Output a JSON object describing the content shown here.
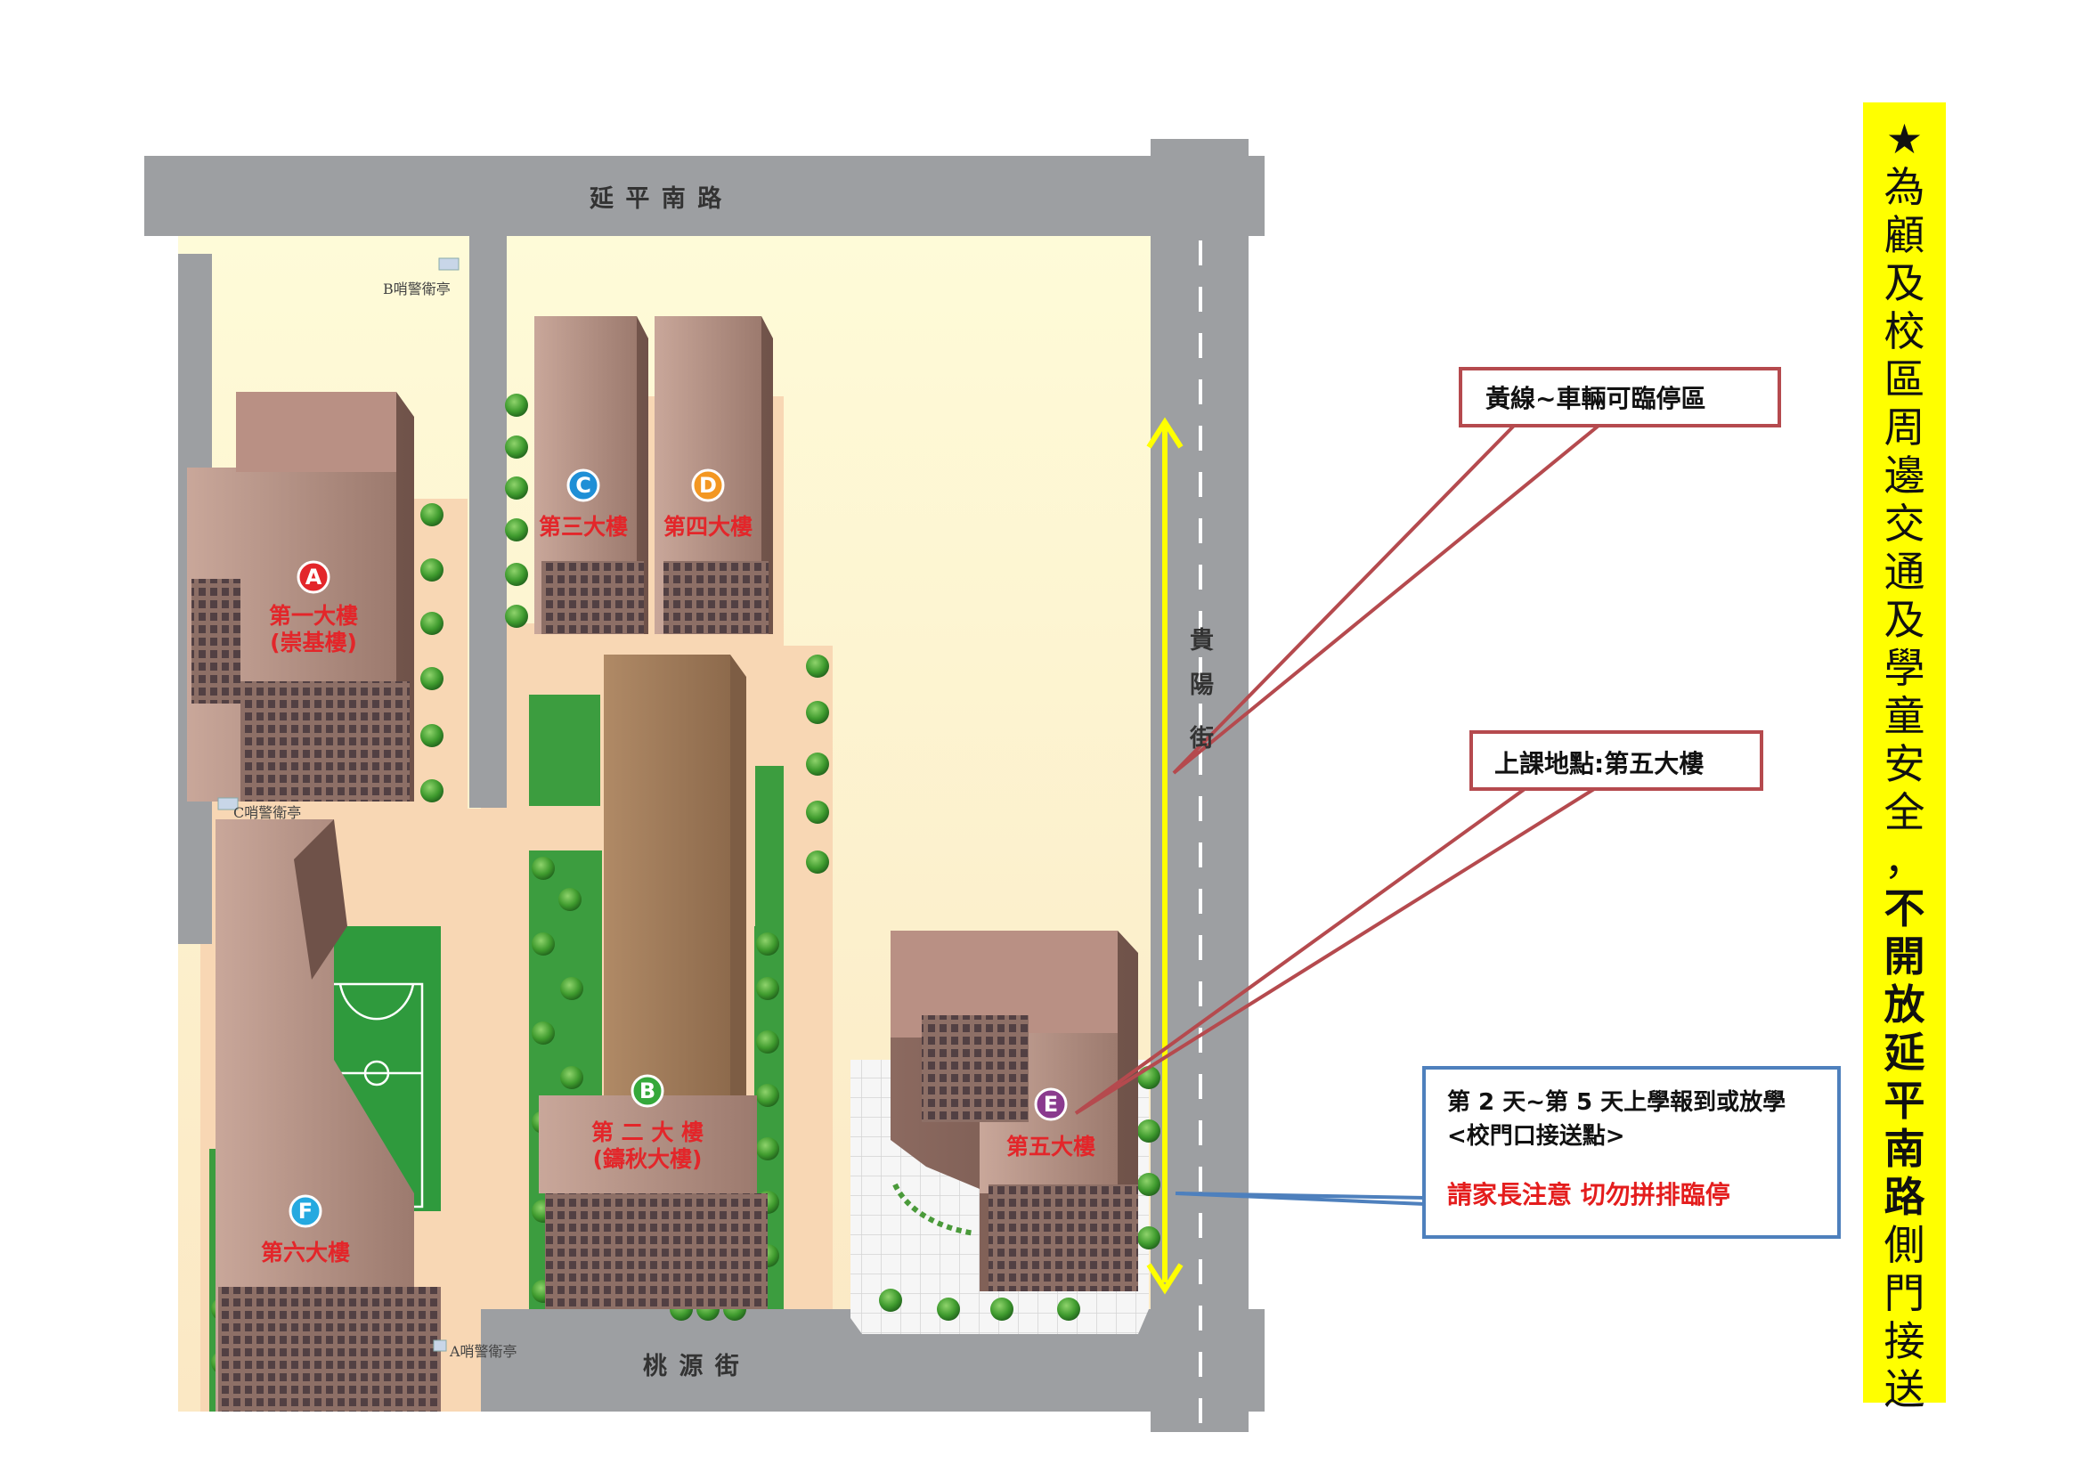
{
  "roads": {
    "north": "延 平 南 路",
    "east": [
      "貴",
      "陽",
      "街"
    ],
    "south": "桃 源 街"
  },
  "buildings": [
    {
      "id": "A",
      "badge_color": "#e3262a",
      "lines": [
        "第一大樓",
        "(崇基樓)"
      ]
    },
    {
      "id": "B",
      "badge_color": "#35a83b",
      "lines": [
        "第 二 大 樓",
        "(鑄秋大樓)"
      ]
    },
    {
      "id": "C",
      "badge_color": "#1f8fd6",
      "lines": [
        "第三大樓"
      ]
    },
    {
      "id": "D",
      "badge_color": "#f39722",
      "lines": [
        "第四大樓"
      ]
    },
    {
      "id": "E",
      "badge_color": "#8a3a8e",
      "lines": [
        "第五大樓"
      ]
    },
    {
      "id": "F",
      "badge_color": "#25a9e0",
      "lines": [
        "第六大樓"
      ]
    }
  ],
  "booths": {
    "b": "B哨警衛亭",
    "c": "C哨警衛亭",
    "a": "A哨警衛亭"
  },
  "callouts": {
    "yellow_line": "黃線~車輛可臨停區",
    "class_location": "上課地點:第五大樓",
    "dropoff_line1": "第 2 天~第 5 天上學報到或放學",
    "dropoff_line2": "<校門口接送點>",
    "dropoff_warning": "請家長注意  切勿拼排臨停"
  },
  "notice": {
    "star": "★",
    "normal_1": [
      "為",
      "顧",
      "及",
      "校",
      "區",
      "周",
      "邊",
      "交",
      "通",
      "及",
      "學",
      "童",
      "安",
      "全",
      "，"
    ],
    "bold": [
      "不",
      "開",
      "放",
      "延",
      "平",
      "南",
      "路"
    ],
    "normal_2": [
      "側",
      "門",
      "接",
      "送"
    ]
  },
  "colors": {
    "road": "#9d9fa2",
    "campus_light": "#fdf6cf",
    "campus_peach": "#f8d7b4",
    "lawn": "#3c9d3f",
    "yellow_line": "#ffff00",
    "callout_red": "#b54a4e",
    "callout_blue": "#4e80bd",
    "notice_bg": "#ffff00"
  }
}
